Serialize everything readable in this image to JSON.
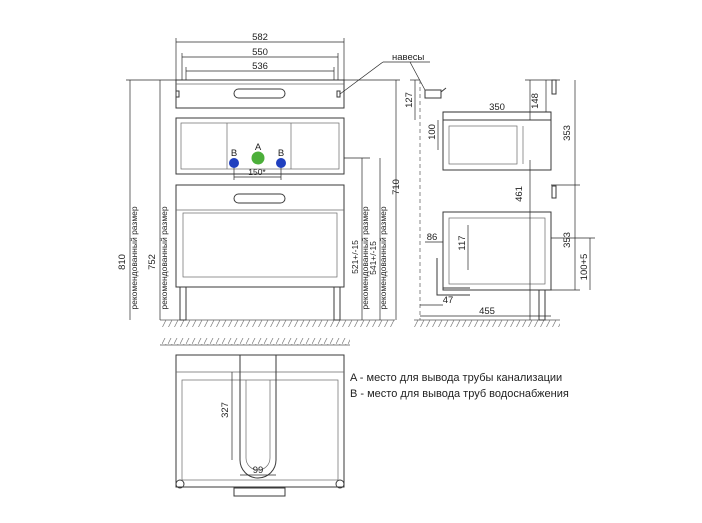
{
  "front": {
    "width_total": "582",
    "width_mid": "550",
    "width_inner": "536",
    "height_total": "810",
    "height_mid": "752",
    "height_right": "710",
    "recommended_label": "рекомендованный размер",
    "pipe_height_1": "521+/-15",
    "pipe_height_2": "541+/-15",
    "pipe_spacing": "150*",
    "marker_a": "A",
    "marker_b": "B",
    "hinges_label": "навесы"
  },
  "side": {
    "dim_127": "127",
    "dim_100": "100",
    "dim_350": "350",
    "dim_148": "148",
    "dim_353_top": "353",
    "dim_461": "461",
    "dim_86": "86",
    "dim_117": "117",
    "dim_353_bottom": "353",
    "dim_100_5": "100+5",
    "dim_47": "47",
    "dim_455": "455"
  },
  "plan": {
    "dim_327": "327",
    "dim_99": "99"
  },
  "legend": {
    "line_a": "A - место для вывода трубы канализации",
    "line_b": "B - место для вывода труб водоснабжения"
  },
  "colors": {
    "marker_a": "#4caf3a",
    "marker_b": "#1f3fbf"
  }
}
